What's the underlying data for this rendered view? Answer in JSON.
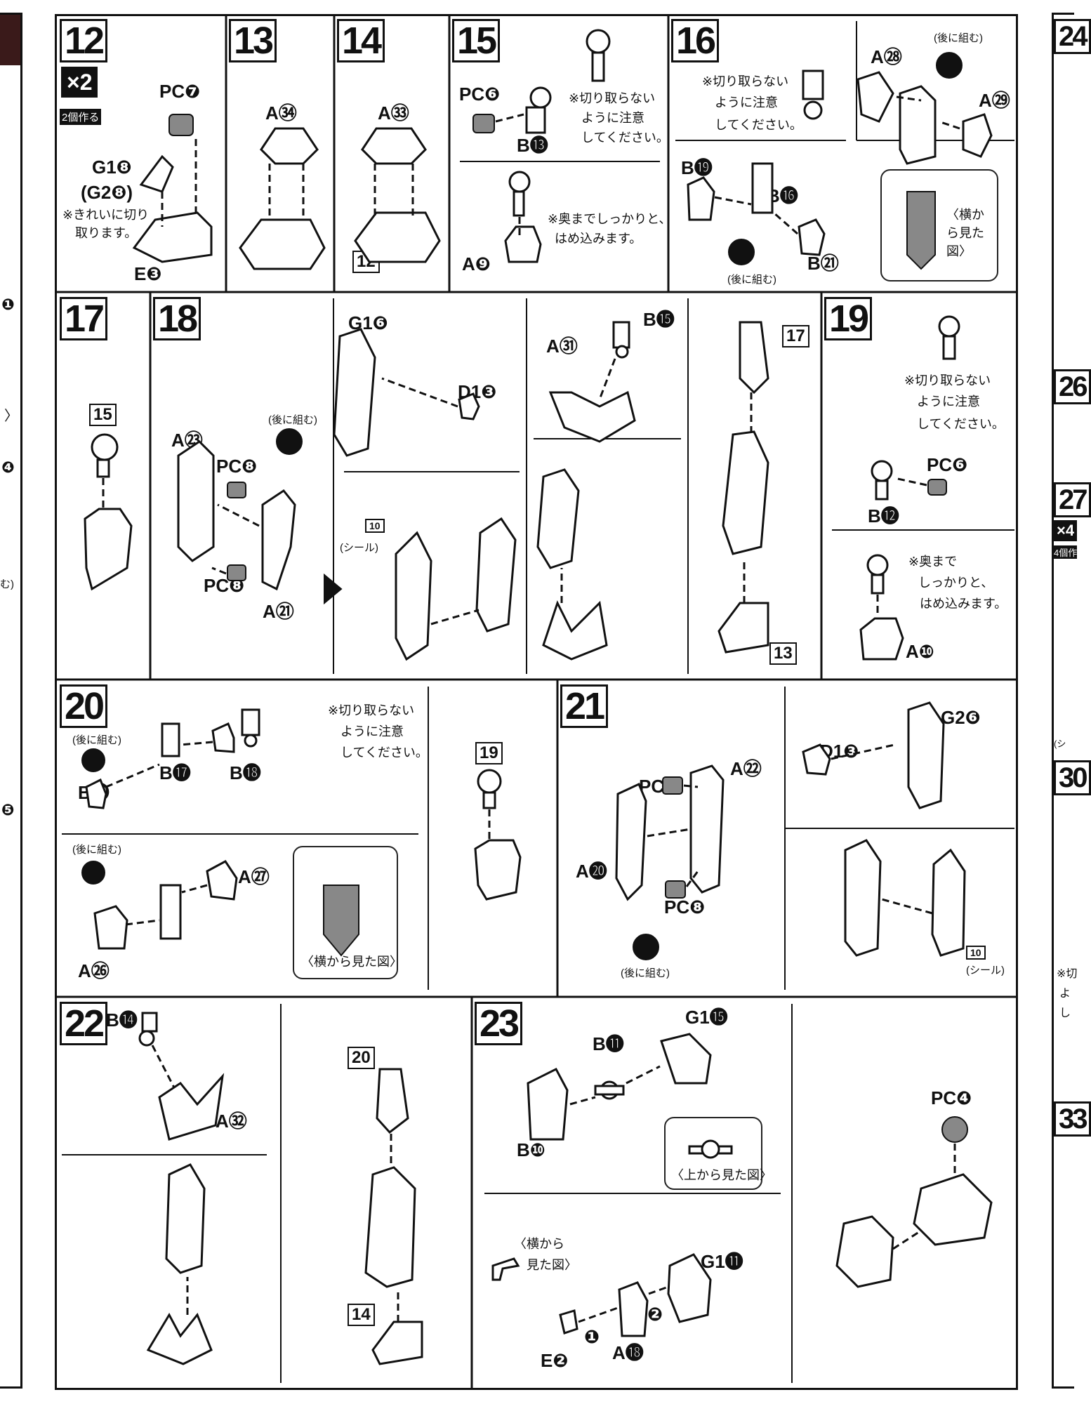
{
  "steps": {
    "s12": {
      "num": "12",
      "mult": "×2",
      "mult_sub": "2個作る",
      "pc": "PC❼",
      "g": "G1❽",
      "g2": "(G2❽)",
      "e": "E❸",
      "note1": "※きれいに切り",
      "note2": "取ります。"
    },
    "s13": {
      "num": "13",
      "a": "A㉞"
    },
    "s14": {
      "num": "14",
      "a": "A㉝",
      "ref": "12"
    },
    "s15": {
      "num": "15",
      "pc": "PC❻",
      "b": "B⓭",
      "a": "A❾",
      "note_a1": "※切り取らない",
      "note_a2": "ように注意",
      "note_a3": "してください。",
      "note_b1": "※奥までしっかりと、",
      "note_b2": "はめ込みます。"
    },
    "s16": {
      "num": "16",
      "b19": "B⓳",
      "b16": "B⓰",
      "b21": "B㉑",
      "a28": "A㉘",
      "a29": "A㉙",
      "back1": "(後に組む)",
      "back2": "(後に組む)",
      "side": "〈横から見た図〉",
      "note1": "※切り取らない",
      "note2": "ように注意",
      "note3": "してください。"
    },
    "s17": {
      "num": "17",
      "ref": "15"
    },
    "s18": {
      "num": "18",
      "a23": "A㉓",
      "pc8a": "PC❽",
      "pc8b": "PC❽",
      "a21": "A㉑",
      "back": "(後に組む)",
      "g16": "G1❻",
      "d13": "D1❸",
      "a31": "A㉛",
      "b15": "B⓯",
      "sticker": "(シール)",
      "sticker_no": "10",
      "ref17": "17",
      "ref13": "13"
    },
    "s19": {
      "num": "19",
      "pc": "PC❻",
      "b": "B⓬",
      "a": "A❿",
      "note1": "※切り取らない",
      "note2": "ように注意",
      "note3": "してください。",
      "note4": "※奥まで",
      "note5": "しっかりと、",
      "note6": "はめ込みます。"
    },
    "s20": {
      "num": "20",
      "b17": "B⓱",
      "b18": "B⓲",
      "b20": "B⓴",
      "a27": "A㉗",
      "a26": "A㉖",
      "back1": "(後に組む)",
      "back2": "(後に組む)",
      "side": "〈横から見た図〉",
      "note1": "※切り取らない",
      "note2": "ように注意",
      "note3": "してください。",
      "ref": "19"
    },
    "s21": {
      "num": "21",
      "pc8a": "PC❽",
      "pc8b": "PC❽",
      "a22": "A㉒",
      "a20": "A⓴",
      "back": "(後に組む)",
      "d13": "D1❸",
      "g26": "G2❻",
      "sticker": "(シール)",
      "sticker_no": "10"
    },
    "s22": {
      "num": "22",
      "b14": "B⓮",
      "a32": "A㉜",
      "ref20": "20",
      "ref14": "14"
    },
    "s23": {
      "num": "23",
      "b11": "B⓫",
      "g15": "G1⓯",
      "b10": "B❿",
      "top": "〈上から見た図〉",
      "pc4": "PC❹",
      "side1": "〈横から",
      "side2": "見た図〉",
      "e2": "E❷",
      "a18": "A⓲",
      "g11": "G1⓫",
      "n1": "❶",
      "n2": "❷"
    }
  },
  "edge": {
    "r24": "24",
    "r26": "26",
    "r27": "27",
    "r30": "30",
    "r33": "33",
    "r_x": "×4",
    "r_sub": "4個作",
    "r_seal": "(シ",
    "rnote1": "※切",
    "rnote2": "よ",
    "rnote3": "し",
    "l1": "❶",
    "l4": "❹",
    "l5": "❺",
    "l_mu": "む)",
    "l_gt": "〉"
  },
  "colors": {
    "ink": "#111111",
    "paper": "#ffffff",
    "grey": "#888888"
  }
}
